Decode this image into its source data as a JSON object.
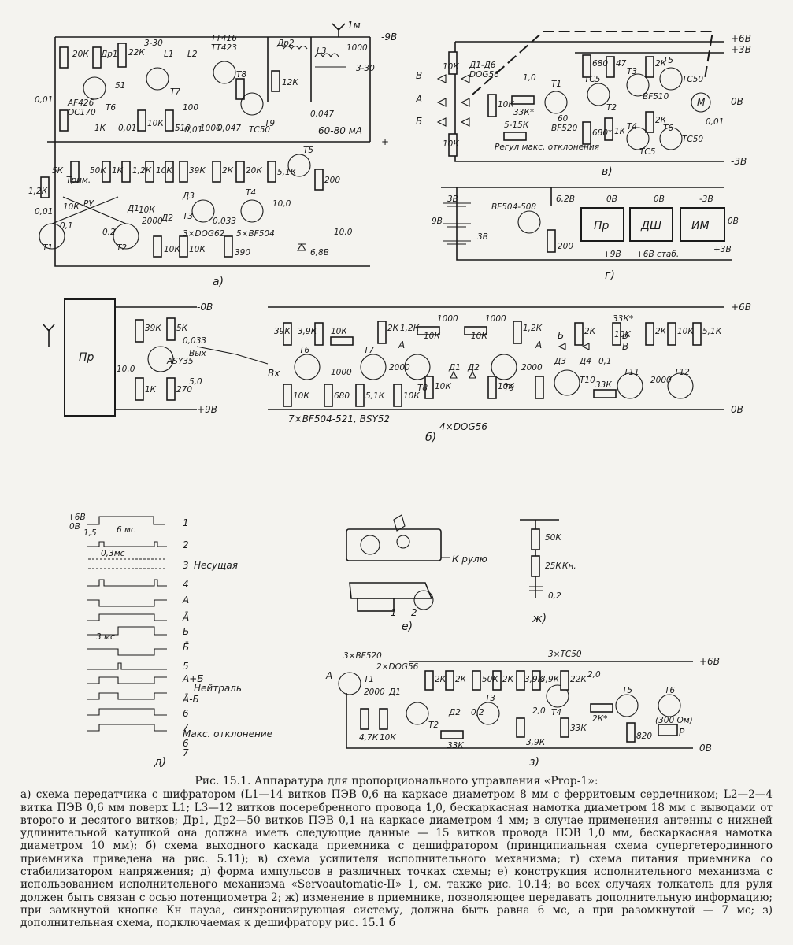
{
  "figure": {
    "caption_title": "Рис. 15.1. Аппаратура для пропорционального управления «Prop-1»:",
    "caption_body": "а) схема передатчика с шифратором (L1—14 витков ПЭВ 0,6 на каркасе диаметром 8 мм с ферритовым сердечником; L2—2—4 витка ПЭВ 0,6 мм поверх L1; L3—12 витков посеребренного провода 1,0, бескаркасная намотка диаметром 18 мм с выводами от второго и десятого витков; Др1, Др2—50 витков ПЭВ 0,1 на каркасе диаметром 4 мм; в случае применения антенны с нижней удлинительной катушкой она должна иметь следующие данные — 15 витков провода ПЭВ 1,0 мм, бескаркасная намотка диаметром 10 мм); б) схема выходного каскада приемника с дешифратором (принципиальная схема супергетеродинного приемника приведена на рис. 5.11); в) схема усилителя исполнительного механизма; г) схема питания приемника со стабилизатором напряжения; д) форма импульсов в различных точках схемы; е) конструкция исполнительного механизма с использованием исполнительного механизма «Servoautomatic-II» 1, см. также рис. 10.14; во всех случаях толкатель для руля должен быть связан с осью потенциометра 2; ж) изменение в приемнике, позволяющее передавать дополнительную информацию; при замкнутой кнопке Кн пауза, синхронизирующая систему, должна быть равна 6 мс, а при разомкнутой — 7 мс; з) дополнительная схема, подключаемая к дешифратору рис. 15.1 б"
  },
  "panels": {
    "a": "а)",
    "b": "б)",
    "v": "в)",
    "g": "г)",
    "d": "д)",
    "e": "е)",
    "zh": "ж)",
    "z": "з)"
  },
  "schematic_a": {
    "top_rail": "-9В",
    "plus_rail": "+",
    "antenna": "1м",
    "current": "60-80 мА",
    "labels": [
      "20К",
      "Др1",
      "22К",
      "3-30",
      "L1",
      "L2",
      "TT416",
      "TT423",
      "Др2",
      "1000",
      "L3",
      "3-30",
      "12К",
      "T6",
      "51",
      "T7",
      "T8",
      "T9",
      "AF426",
      "OC170",
      "1К",
      "0,01",
      "0,01",
      "10К",
      "100",
      "510",
      "0,01",
      "1000",
      "0,047",
      "TC50",
      "0,047",
      "T5",
      "1,2К",
      "5К",
      "Трим.",
      "50К",
      "1К",
      "1,2К",
      "10К",
      "39К",
      "2К",
      "20К",
      "5,1К",
      "200",
      "РУ",
      "Д1",
      "Д3",
      "T4",
      "T3",
      "0,033",
      "10,0",
      "10,0",
      "0,1",
      "0,2",
      "2000",
      "Д2",
      "3×DOG62",
      "5×BF504",
      "6,8В",
      "T1",
      "T2",
      "10К",
      "10К",
      "390",
      "10К",
      "0,01",
      "10К"
    ]
  },
  "schematic_b": {
    "block": "Пр",
    "rails": [
      "-0В",
      "+9В",
      "+6В",
      "0В"
    ],
    "labels": [
      "39К",
      "5К",
      "0,033",
      "Вых",
      "ASY35",
      "10,0",
      "1К",
      "270",
      "5,0",
      "39К",
      "3,9К",
      "10К",
      "2К",
      "1,2К",
      "1000",
      "1000",
      "1,2К",
      "10К",
      "10К",
      "T6",
      "T7",
      "1000",
      "Вх",
      "10К",
      "680",
      "5,1К",
      "10К",
      "2000",
      "T8",
      "Д1",
      "Д2",
      "T9",
      "10К",
      "10К",
      "2000",
      "А",
      "Б",
      "А",
      "В",
      "2К",
      "Д3",
      "Д4",
      "0,1",
      "T10",
      "33К",
      "33К*",
      "В",
      "2К",
      "10К",
      "T11",
      "2000",
      "T12",
      "5,1К",
      "10К",
      "7×BF504-521, BSY52",
      "4×DOG56"
    ]
  },
  "schematic_v": {
    "rails": [
      "+6В",
      "+3В",
      "0В",
      "-3В"
    ],
    "inputs": [
      "В",
      "А",
      "Б"
    ],
    "labels": [
      "10К",
      "Д1-Д6",
      "DOG56",
      "1,0",
      "33К*",
      "T1",
      "10К",
      "5-15К",
      "Регул макс. отклонения",
      "60",
      "BF520",
      "680",
      "TC5",
      "T2",
      "680*",
      "1К",
      "47",
      "T3",
      "2К",
      "T5",
      "TC50",
      "BF510",
      "M",
      "0,01",
      "T4",
      "TC5",
      "2К",
      "T6",
      "TC50",
      "10К"
    ]
  },
  "schematic_g": {
    "labels": [
      "3В",
      "9В",
      "3В",
      "BF504-508",
      "6,2В",
      "200",
      "0В",
      "0В",
      "-3В",
      "0В",
      "+9В",
      "+6В стаб.",
      "+3В"
    ],
    "blocks": [
      "Пр",
      "ДШ",
      "ИМ"
    ]
  },
  "timing_d": {
    "labels": [
      "+6В",
      "0В",
      "1,5",
      "6 мс",
      "0,3мс",
      "3 мс",
      "Несущая",
      "Нейтраль",
      "Макс. отклонение"
    ],
    "traces": [
      "1",
      "2",
      "3",
      "4",
      "А",
      "Ā",
      "Б",
      "Б̄",
      "5",
      "А+Б",
      "Ā-Б",
      "6",
      "7",
      "6",
      "7"
    ]
  },
  "drawing_e": {
    "labels": [
      "К рулю",
      "1",
      "2"
    ]
  },
  "schematic_zh": {
    "labels": [
      "50К",
      "25К",
      "Кн.",
      "0,2"
    ]
  },
  "schematic_z": {
    "rails": [
      "+6В",
      "0В"
    ],
    "labels": [
      "3×BF520",
      "2×DOG56",
      "3×TC50",
      "А",
      "T1",
      "2000",
      "Д1",
      "4,7К",
      "10К",
      "2К",
      "2К",
      "Д2",
      "0,2",
      "T2",
      "50К",
      "2К",
      "T3",
      "33К",
      "3,9К",
      "3,9К",
      "22К",
      "T4",
      "2,0",
      "2,0",
      "33К",
      "2К*",
      "T5",
      "T6",
      "820",
      "(300 Ом)",
      "Р",
      "3,9К"
    ]
  },
  "colors": {
    "ink": "#1a1a1a",
    "paper": "#f4f3ef"
  }
}
